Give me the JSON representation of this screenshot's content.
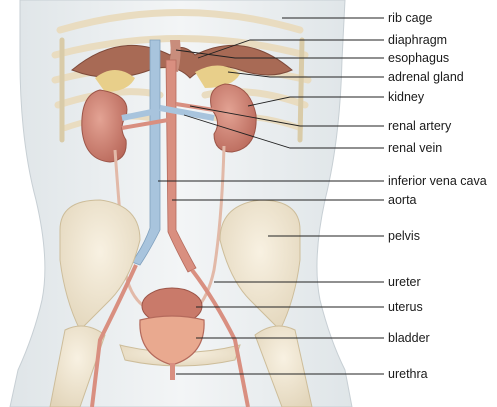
{
  "labels": {
    "rib_cage": "rib cage",
    "diaphragm": "diaphragm",
    "esophagus": "esophagus",
    "adrenal_gland": "adrenal gland",
    "kidney": "kidney",
    "renal_artery": "renal artery",
    "renal_vein": "renal vein",
    "inferior_vena_cava": "inferior vena cava",
    "aorta": "aorta",
    "pelvis": "pelvis",
    "ureter": "ureter",
    "uterus": "uterus",
    "bladder": "bladder",
    "urethra": "urethra"
  },
  "colors": {
    "background": "#ffffff",
    "skin": "#e8ecee",
    "kidney": "#c97a6a",
    "artery": "#d98f80",
    "vein": "#a8c4dd",
    "bone": "#efe6d2",
    "diaphragm": "#a86a55"
  }
}
